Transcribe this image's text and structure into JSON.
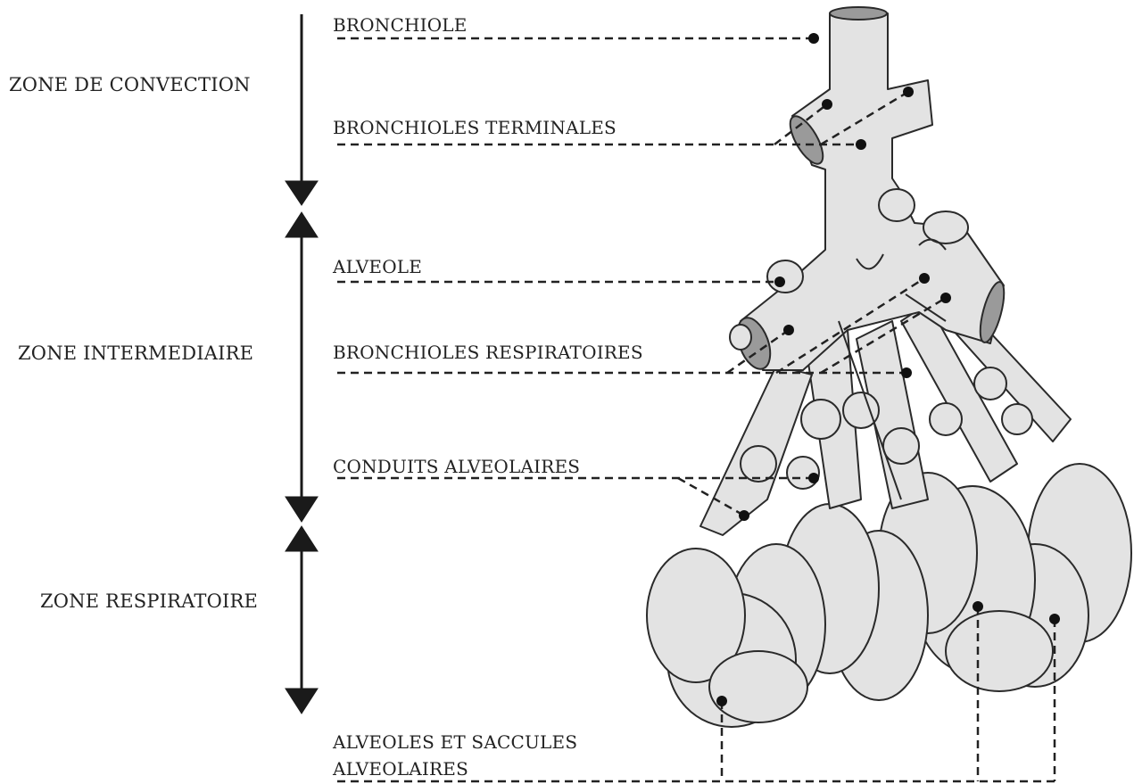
{
  "zones": {
    "convection": "ZONE DE CONVECTION",
    "intermediaire": "ZONE INTERMEDIAIRE",
    "respiratoire": "ZONE RESPIRATOIRE"
  },
  "parts": {
    "bronchiole": "BRONCHIOLE",
    "bronchioles_terminales": "BRONCHIOLES TERMINALES",
    "alveole": "ALVEOLE",
    "bronchioles_respiratoires": "BRONCHIOLES RESPIRATOIRES",
    "conduits_alveolaires": "CONDUITS ALVEOLAIRES",
    "alveoles_line1": "ALVEOLES ET SACCULES",
    "alveoles_line2": "ALVEOLAIRES"
  },
  "colors": {
    "tissue_fill": "#e3e3e3",
    "tissue_stroke": "#2a2a2a",
    "lumen_fill": "#9a9a9a",
    "arrow": "#1a1a1a"
  }
}
